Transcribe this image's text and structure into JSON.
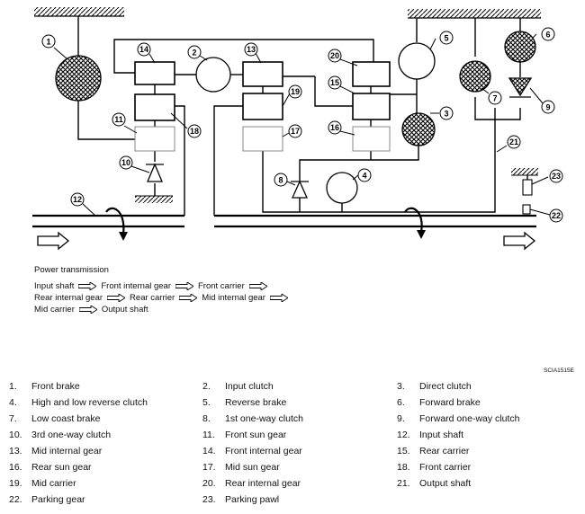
{
  "callouts": [
    "1",
    "2",
    "3",
    "4",
    "5",
    "6",
    "7",
    "8",
    "9",
    "10",
    "11",
    "12",
    "13",
    "14",
    "15",
    "16",
    "17",
    "18",
    "19",
    "20",
    "21",
    "22",
    "23"
  ],
  "power_transmission": {
    "title": "Power transmission",
    "rows": [
      [
        "Input shaft",
        "Front internal gear",
        "Front carrier",
        ""
      ],
      [
        "Rear internal gear",
        "Rear carrier",
        "Mid internal gear",
        ""
      ],
      [
        "Mid carrier",
        "Output shaft"
      ]
    ]
  },
  "figure_code": "SCIA1515E",
  "legend": [
    {
      "num": "1.",
      "text": "Front brake"
    },
    {
      "num": "2.",
      "text": "Input clutch"
    },
    {
      "num": "3.",
      "text": "Direct clutch"
    },
    {
      "num": "4.",
      "text": "High and low reverse clutch"
    },
    {
      "num": "5.",
      "text": "Reverse brake"
    },
    {
      "num": "6.",
      "text": "Forward brake"
    },
    {
      "num": "7.",
      "text": "Low coast brake"
    },
    {
      "num": "8.",
      "text": "1st one-way clutch"
    },
    {
      "num": "9.",
      "text": "Forward one-way clutch"
    },
    {
      "num": "10.",
      "text": "3rd one-way clutch"
    },
    {
      "num": "11.",
      "text": "Front sun gear"
    },
    {
      "num": "12.",
      "text": "Input shaft"
    },
    {
      "num": "13.",
      "text": "Mid internal gear"
    },
    {
      "num": "14.",
      "text": "Front internal gear"
    },
    {
      "num": "15.",
      "text": "Rear carrier"
    },
    {
      "num": "16.",
      "text": "Rear sun gear"
    },
    {
      "num": "17.",
      "text": "Mid sun gear"
    },
    {
      "num": "18.",
      "text": "Front carrier"
    },
    {
      "num": "19.",
      "text": "Mid carrier"
    },
    {
      "num": "20.",
      "text": "Rear internal gear"
    },
    {
      "num": "21.",
      "text": "Output shaft"
    },
    {
      "num": "22.",
      "text": "Parking gear"
    },
    {
      "num": "23.",
      "text": "Parking pawl"
    }
  ]
}
